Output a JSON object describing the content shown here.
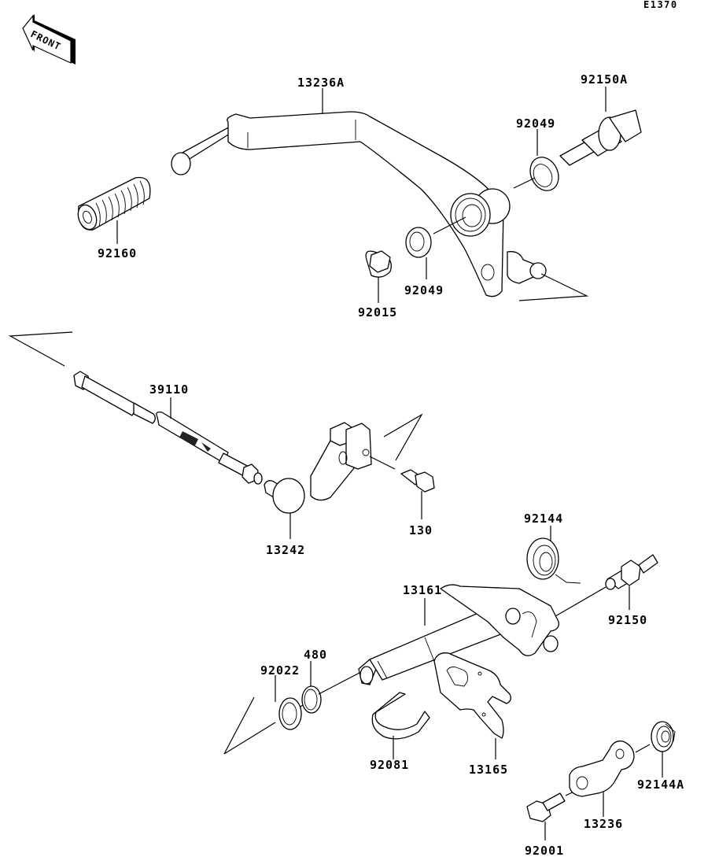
{
  "diagram": {
    "code": "E1370",
    "front_label": "FRONT",
    "colors": {
      "ink": "#000000",
      "paper": "#ffffff"
    },
    "parts": [
      {
        "id": "13236A",
        "name": "shift pedal lever"
      },
      {
        "id": "92150A",
        "name": "pivot bolt"
      },
      {
        "id": "92049_upper",
        "label": "92049",
        "name": "oil seal"
      },
      {
        "id": "92049_lower",
        "label": "92049",
        "name": "oil seal"
      },
      {
        "id": "92160",
        "name": "pedal rubber"
      },
      {
        "id": "92015",
        "name": "cap nut"
      },
      {
        "id": "39110",
        "name": "tie rod"
      },
      {
        "id": "13242",
        "name": "shift lever"
      },
      {
        "id": "130",
        "name": "bolt"
      },
      {
        "id": "92144",
        "name": "spring"
      },
      {
        "id": "13161",
        "name": "shift shaft"
      },
      {
        "id": "92150",
        "name": "stopper bolt"
      },
      {
        "id": "480",
        "name": "circlip"
      },
      {
        "id": "92022",
        "name": "washer"
      },
      {
        "id": "92081",
        "name": "spring clip"
      },
      {
        "id": "13165",
        "name": "shift plate"
      },
      {
        "id": "92001",
        "name": "bolt"
      },
      {
        "id": "13236",
        "name": "positioning lever"
      },
      {
        "id": "92144A",
        "name": "spring"
      }
    ],
    "labels": {
      "l13236A": "13236A",
      "l92150A": "92150A",
      "l92049a": "92049",
      "l92049b": "92049",
      "l92160": "92160",
      "l92015": "92015",
      "l39110": "39110",
      "l13242": "13242",
      "l130": "130",
      "l92144": "92144",
      "l13161": "13161",
      "l92150": "92150",
      "l480": "480",
      "l92022": "92022",
      "l92081": "92081",
      "l13165": "13165",
      "l92001": "92001",
      "l13236": "13236",
      "l92144A": "92144A"
    }
  }
}
